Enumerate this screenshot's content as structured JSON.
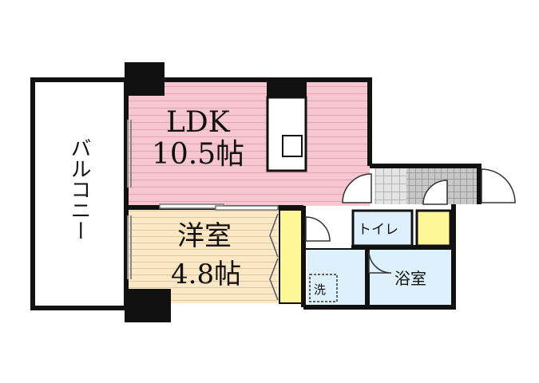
{
  "rooms": {
    "balcony": {
      "label": "バルコニー"
    },
    "ldk": {
      "name": "LDK",
      "size": "10.5帖"
    },
    "western": {
      "name": "洋室",
      "size": "4.8帖"
    },
    "toilet": {
      "label": "トイレ"
    },
    "bath": {
      "label": "浴室"
    },
    "washer": {
      "label": "洗"
    }
  },
  "colors": {
    "ldk_floor": "#f6c7d0",
    "ldk_lines": "#e3a2ae",
    "western_floor": "#fbe8c6",
    "western_lines": "#e2c79a",
    "wet_area": "#ddf0fb",
    "closet": "#fff69a",
    "entrance_tile": "#c9c9c9",
    "wall": "#111111"
  }
}
